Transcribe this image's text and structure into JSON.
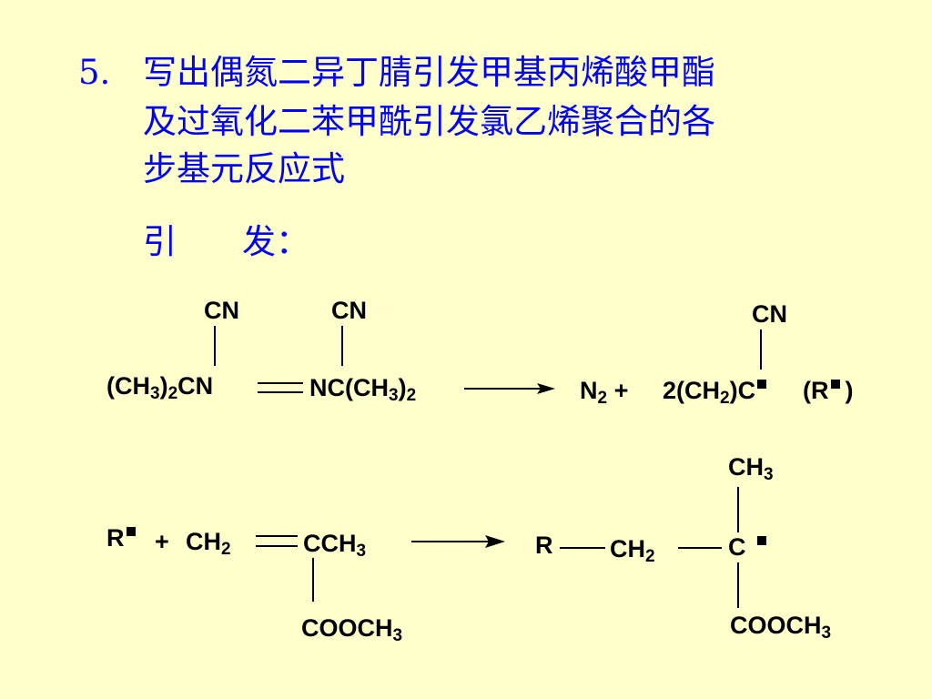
{
  "question": {
    "number": "5.",
    "line1": "写出偶氮二异丁腈引发甲基丙烯酸甲酯",
    "line2": "及过氧化二苯甲酰引发氯乙烯聚合的各",
    "line3": "步基元反应式"
  },
  "section": {
    "part1": "引",
    "part2": "发："
  },
  "reaction1": {
    "left_cn1": "CN",
    "left_cn2": "CN",
    "left_group": "(CH",
    "left_sub1": "3",
    "left_mid": ")",
    "left_sub2": "2",
    "left_tail": "CN",
    "right_group": "NC(CH",
    "right_sub1": "3",
    "right_mid": ")",
    "right_sub2": "2",
    "prod_cn": "CN",
    "prod_n": "N",
    "prod_n_sub": "2",
    "prod_plus": " +",
    "prod_radical": "2(CH",
    "prod_radical_sub": "2",
    "prod_radical_tail": ")C",
    "prod_r_open": "(R",
    "prod_r_close": ")"
  },
  "reaction2": {
    "r_label": "R",
    "plus": "+",
    "ch2": "CH",
    "ch2_sub": "2",
    "cch3": "CCH",
    "cch3_sub": "3",
    "cooch3": "COOCH",
    "cooch3_sub": "3",
    "p_r": "R",
    "p_ch2": "CH",
    "p_ch2_sub": "2",
    "p_ch3": "CH",
    "p_ch3_sub": "3",
    "p_c": "C",
    "p_cooch3": "COOCH",
    "p_cooch3_sub": "3"
  }
}
